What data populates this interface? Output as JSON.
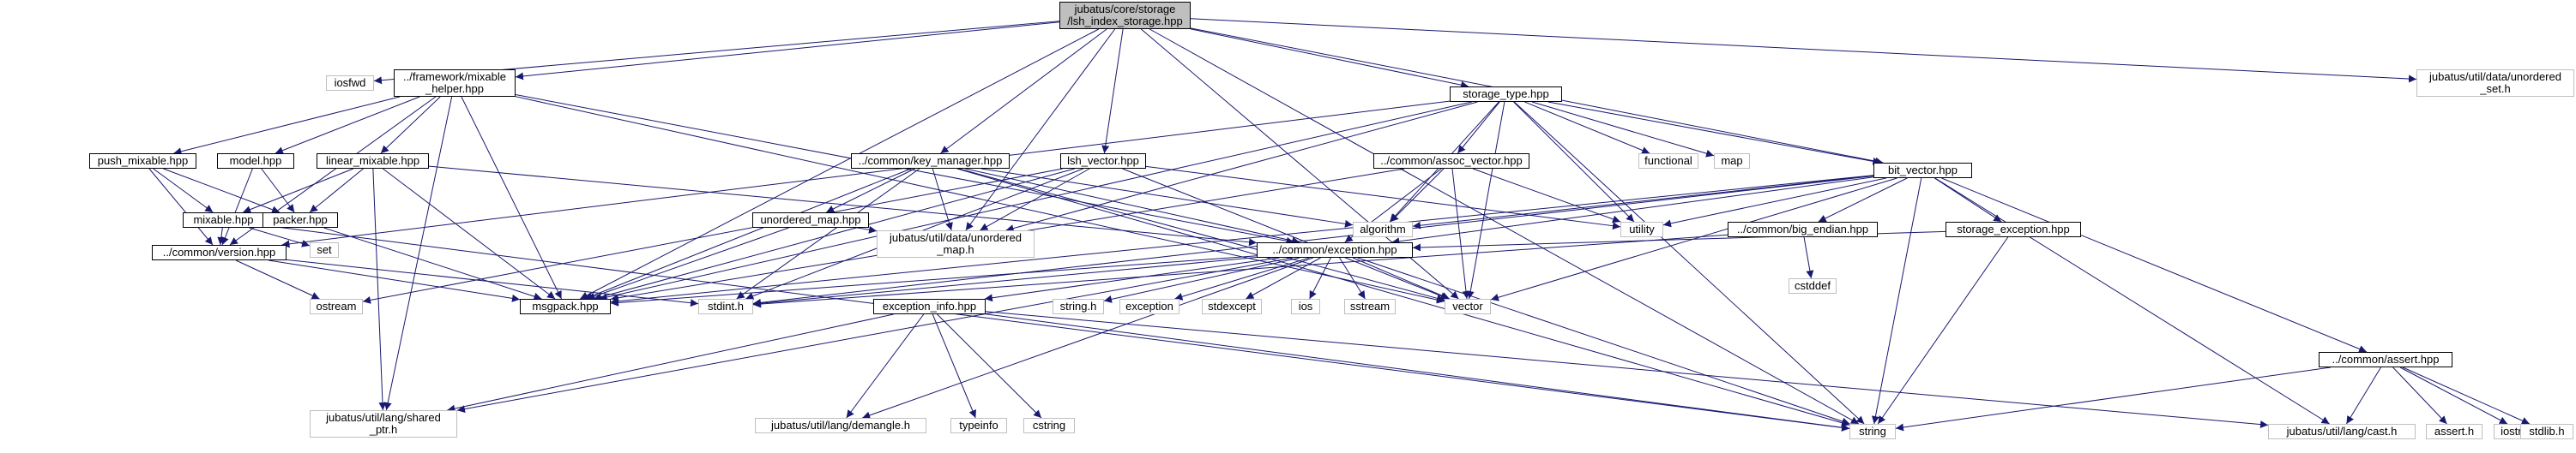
{
  "graph": {
    "nodes": {
      "root": "jubatus/core/storage\n/lsh_index_storage.hpp",
      "iosfwd": "iosfwd",
      "mixable_helper": "../framework/mixable\n_helper.hpp",
      "key_manager": "../common/key_manager.hpp",
      "lsh_vector": "lsh_vector.hpp",
      "storage_type": "storage_type.hpp",
      "unordered_set": "jubatus/util/data/unordered\n_set.h",
      "push_mixable": "push_mixable.hpp",
      "model": "model.hpp",
      "linear_mixable": "linear_mixable.hpp",
      "assoc_vector": "../common/assoc_vector.hpp",
      "functional": "functional",
      "map": "map",
      "bit_vector": "bit_vector.hpp",
      "mixable": "mixable.hpp",
      "packer": "packer.hpp",
      "unordered_map_hpp": "unordered_map.hpp",
      "algorithm": "algorithm",
      "utility": "utility",
      "big_endian": "../common/big_endian.hpp",
      "storage_exception": "storage_exception.hpp",
      "set": "set",
      "version": "../common/version.hpp",
      "unordered_map_h": "jubatus/util/data/unordered\n_map.h",
      "exception_hpp": "../common/exception.hpp",
      "cstddef": "cstddef",
      "ostream": "ostream",
      "msgpack": "msgpack.hpp",
      "stdint": "stdint.h",
      "exception_info": "exception_info.hpp",
      "string_h": "string.h",
      "exception": "exception",
      "stdexcept": "stdexcept",
      "ios": "ios",
      "sstream": "sstream",
      "vector": "vector",
      "assert_hpp": "../common/assert.hpp",
      "shared_ptr": "jubatus/util/lang/shared\n_ptr.h",
      "demangle": "jubatus/util/lang/demangle.h",
      "typeinfo": "typeinfo",
      "cstring": "cstring",
      "string": "string",
      "cast": "jubatus/util/lang/cast.h",
      "assert_h": "assert.h",
      "iostream": "iostream",
      "stdlib": "stdlib.h"
    },
    "edges": [
      [
        "root",
        "iosfwd"
      ],
      [
        "root",
        "mixable_helper"
      ],
      [
        "root",
        "key_manager"
      ],
      [
        "root",
        "lsh_vector"
      ],
      [
        "root",
        "storage_type"
      ],
      [
        "root",
        "unordered_set"
      ],
      [
        "root",
        "msgpack"
      ],
      [
        "root",
        "unordered_map_h"
      ],
      [
        "root",
        "vector"
      ],
      [
        "root",
        "string"
      ],
      [
        "root",
        "bit_vector"
      ],
      [
        "mixable_helper",
        "push_mixable"
      ],
      [
        "mixable_helper",
        "model"
      ],
      [
        "mixable_helper",
        "linear_mixable"
      ],
      [
        "mixable_helper",
        "msgpack"
      ],
      [
        "mixable_helper",
        "vector"
      ],
      [
        "mixable_helper",
        "shared_ptr"
      ],
      [
        "mixable_helper",
        "exception_hpp"
      ],
      [
        "mixable_helper",
        "version"
      ],
      [
        "push_mixable",
        "mixable"
      ],
      [
        "push_mixable",
        "packer"
      ],
      [
        "push_mixable",
        "version"
      ],
      [
        "model",
        "packer"
      ],
      [
        "model",
        "version"
      ],
      [
        "linear_mixable",
        "mixable"
      ],
      [
        "linear_mixable",
        "packer"
      ],
      [
        "linear_mixable",
        "msgpack"
      ],
      [
        "linear_mixable",
        "exception_hpp"
      ],
      [
        "linear_mixable",
        "shared_ptr"
      ],
      [
        "mixable",
        "version"
      ],
      [
        "mixable",
        "set"
      ],
      [
        "mixable",
        "string"
      ],
      [
        "packer",
        "msgpack"
      ],
      [
        "version",
        "ostream"
      ],
      [
        "version",
        "msgpack"
      ],
      [
        "version",
        "stdint"
      ],
      [
        "key_manager",
        "unordered_map_hpp"
      ],
      [
        "key_manager",
        "msgpack"
      ],
      [
        "key_manager",
        "unordered_map_h"
      ],
      [
        "key_manager",
        "stdint"
      ],
      [
        "key_manager",
        "string"
      ],
      [
        "key_manager",
        "vector"
      ],
      [
        "key_manager",
        "exception_hpp"
      ],
      [
        "key_manager",
        "algorithm"
      ],
      [
        "unordered_map_hpp",
        "unordered_map_h"
      ],
      [
        "unordered_map_hpp",
        "msgpack"
      ],
      [
        "lsh_vector",
        "unordered_map_h"
      ],
      [
        "lsh_vector",
        "msgpack"
      ],
      [
        "lsh_vector",
        "vector"
      ],
      [
        "lsh_vector",
        "ostream"
      ],
      [
        "lsh_vector",
        "utility"
      ],
      [
        "lsh_vector",
        "stdint"
      ],
      [
        "storage_type",
        "assoc_vector"
      ],
      [
        "storage_type",
        "functional"
      ],
      [
        "storage_type",
        "map"
      ],
      [
        "storage_type",
        "bit_vector"
      ],
      [
        "storage_type",
        "algorithm"
      ],
      [
        "storage_type",
        "utility"
      ],
      [
        "storage_type",
        "unordered_map_h"
      ],
      [
        "storage_type",
        "msgpack"
      ],
      [
        "storage_type",
        "vector"
      ],
      [
        "storage_type",
        "string"
      ],
      [
        "storage_type",
        "version"
      ],
      [
        "assoc_vector",
        "algorithm"
      ],
      [
        "assoc_vector",
        "utility"
      ],
      [
        "assoc_vector",
        "vector"
      ],
      [
        "assoc_vector",
        "msgpack"
      ],
      [
        "assoc_vector",
        "exception_hpp"
      ],
      [
        "bit_vector",
        "utility"
      ],
      [
        "bit_vector",
        "algorithm"
      ],
      [
        "bit_vector",
        "big_endian"
      ],
      [
        "bit_vector",
        "storage_exception"
      ],
      [
        "bit_vector",
        "assert_hpp"
      ],
      [
        "bit_vector",
        "vector"
      ],
      [
        "bit_vector",
        "string"
      ],
      [
        "bit_vector",
        "msgpack"
      ],
      [
        "bit_vector",
        "cast"
      ],
      [
        "bit_vector",
        "stdint"
      ],
      [
        "bit_vector",
        "exception_hpp"
      ],
      [
        "big_endian",
        "cstddef"
      ],
      [
        "big_endian",
        "stdint"
      ],
      [
        "storage_exception",
        "exception_hpp"
      ],
      [
        "storage_exception",
        "string"
      ],
      [
        "exception_hpp",
        "exception_info"
      ],
      [
        "exception_hpp",
        "string_h"
      ],
      [
        "exception_hpp",
        "exception"
      ],
      [
        "exception_hpp",
        "stdexcept"
      ],
      [
        "exception_hpp",
        "ios"
      ],
      [
        "exception_hpp",
        "sstream"
      ],
      [
        "exception_hpp",
        "vector"
      ],
      [
        "exception_hpp",
        "string"
      ],
      [
        "exception_hpp",
        "msgpack"
      ],
      [
        "exception_hpp",
        "stdint"
      ],
      [
        "exception_hpp",
        "shared_ptr"
      ],
      [
        "exception_hpp",
        "demangle"
      ],
      [
        "exception_info",
        "shared_ptr"
      ],
      [
        "exception_info",
        "demangle"
      ],
      [
        "exception_info",
        "typeinfo"
      ],
      [
        "exception_info",
        "cstring"
      ],
      [
        "exception_info",
        "string"
      ],
      [
        "exception_info",
        "cast"
      ],
      [
        "assert_hpp",
        "cast"
      ],
      [
        "assert_hpp",
        "assert_h"
      ],
      [
        "assert_hpp",
        "iostream"
      ],
      [
        "assert_hpp",
        "stdlib"
      ],
      [
        "assert_hpp",
        "string"
      ]
    ]
  },
  "colors": {
    "edge": "#191970",
    "root_fill": "#bfbfbf",
    "ext_border": "#bfbfbf",
    "int_border": "#000000"
  }
}
